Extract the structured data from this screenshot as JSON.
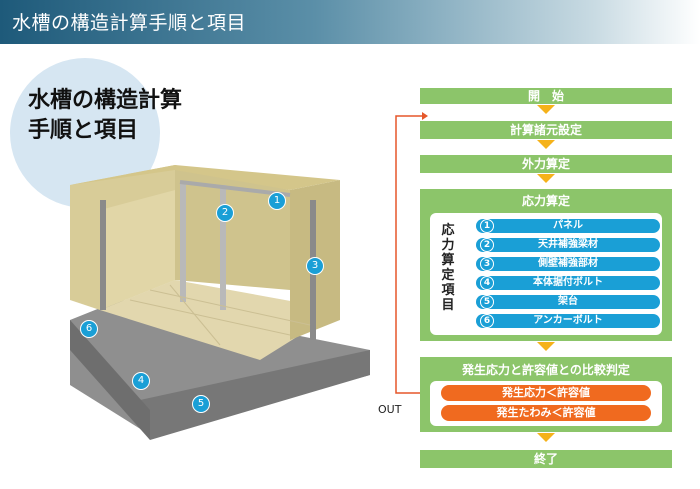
{
  "header": {
    "title": "水槽の構造計算手順と項目"
  },
  "subtitle": {
    "line1": "水槽の構造計算",
    "line2": "手順と項目"
  },
  "tank_badges": [
    "1",
    "2",
    "3",
    "4",
    "5",
    "6"
  ],
  "flow": {
    "start": "開　始",
    "step1": "計算諸元設定",
    "step2": "外力算定",
    "step3": "応力算定",
    "vertical_label": [
      "応",
      "力",
      "算",
      "定",
      "項",
      "目"
    ],
    "items": [
      {
        "num": "1",
        "label": "パネル"
      },
      {
        "num": "2",
        "label": "天井補強梁材"
      },
      {
        "num": "3",
        "label": "側壁補強部材"
      },
      {
        "num": "4",
        "label": "本体据付ボルト"
      },
      {
        "num": "5",
        "label": "架台"
      },
      {
        "num": "6",
        "label": "アンカーボルト"
      }
    ],
    "compare": "発生応力と許容値との比較判定",
    "conditions": [
      "発生応力＜許容値",
      "発生たわみ＜許容値"
    ],
    "end": "終了",
    "out": "OUT"
  },
  "colors": {
    "green": "#8cc56a",
    "blue": "#1a9fd6",
    "orange": "#f06a1f",
    "arrow": "#f5b21a",
    "loop": "#e5572a"
  }
}
